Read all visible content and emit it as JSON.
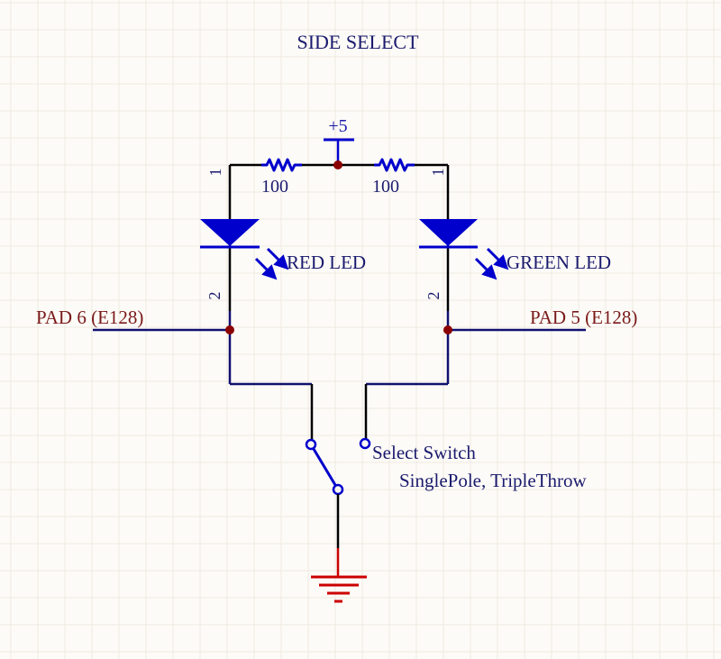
{
  "title": "SIDE SELECT",
  "colors": {
    "background": "#fdfbf7",
    "grid": "#efe9e2",
    "wire_blue": "#0000cc",
    "wire_navy": "#101070",
    "wire_black": "#000000",
    "junction": "#8b0000",
    "ground": "#cc0000",
    "text_navy": "#1a1a6e",
    "text_darkred": "#7a1a1a"
  },
  "power": {
    "label": "+5"
  },
  "resistors": [
    {
      "id": "R-left",
      "value_label": "100",
      "pin1_label": "1"
    },
    {
      "id": "R-right",
      "value_label": "100",
      "pin1_label": "1"
    }
  ],
  "leds": [
    {
      "id": "LED-red",
      "label": "RED LED",
      "pin2_label": "2"
    },
    {
      "id": "LED-green",
      "label": "GREEN LED",
      "pin2_label": "2"
    }
  ],
  "pads": [
    {
      "id": "pad6",
      "label": "PAD 6 (E128)"
    },
    {
      "id": "pad5",
      "label": "PAD 5 (E128)"
    }
  ],
  "switch": {
    "name_label": "Select Switch",
    "type_label": "SinglePole, TripleThrow"
  },
  "ground": {
    "symbol": "ground-icon"
  }
}
